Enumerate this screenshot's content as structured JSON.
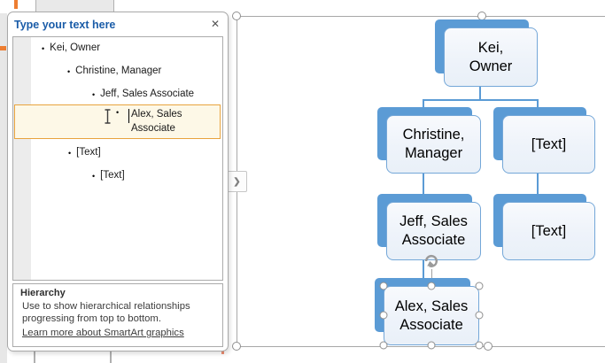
{
  "text_pane": {
    "title": "Type your text here",
    "close_glyph": "✕",
    "bullet_char": "•",
    "items": [
      {
        "level": 1,
        "text": "Kei, Owner"
      },
      {
        "level": 2,
        "text": "Christine, Manager"
      },
      {
        "level": 3,
        "text": "Jeff, Sales Associate"
      },
      {
        "level": 4,
        "text": "Alex, Sales Associate",
        "line1": "Alex, Sales",
        "line2": "Associate",
        "highlighted": true
      },
      {
        "level": 2,
        "text": "[Text]"
      },
      {
        "level": 3,
        "text": "[Text]"
      }
    ],
    "info": {
      "title": "Hierarchy",
      "description": "Use to show hierarchical relationships progressing from top to bottom.",
      "link": "Learn more about SmartArt graphics"
    }
  },
  "diagram": {
    "type": "smartart-hierarchy",
    "nodes": [
      {
        "id": "kei",
        "line1": "Kei,",
        "line2": "Owner",
        "selected": false
      },
      {
        "id": "christine",
        "line1": "Christine,",
        "line2": "Manager",
        "selected": false
      },
      {
        "id": "text1",
        "line1": "[Text]",
        "line2": "",
        "selected": false
      },
      {
        "id": "jeff",
        "line1": "Jeff, Sales",
        "line2": "Associate",
        "selected": false
      },
      {
        "id": "text2",
        "line1": "[Text]",
        "line2": "",
        "selected": false
      },
      {
        "id": "alex",
        "line1": "Alex, Sales",
        "line2": "Associate",
        "selected": true
      }
    ],
    "colors": {
      "accent_blue": "#5B9BD5",
      "node_fill": "#EEF3FA",
      "node_border": "#74A7D8",
      "highlight_border": "#E8A33D",
      "highlight_fill": "#FDF8E7",
      "header_blue": "#1A5CA8",
      "placeholder_orange": "#ED7D31",
      "frame_gray": "#A8A8A8"
    }
  },
  "frame": {
    "toggle_chevron": "❯"
  }
}
